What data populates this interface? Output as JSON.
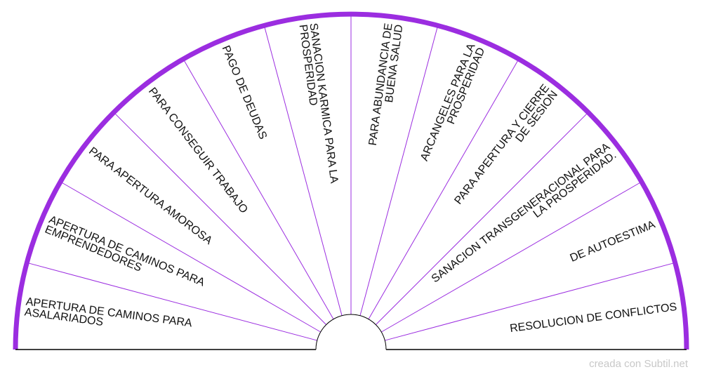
{
  "colors": {
    "outer_arc": "#9b2de0",
    "dividers": "#9b2de0",
    "text": "#111111",
    "background": "#ffffff",
    "credit": "#c8c8c8"
  },
  "segments": [
    {
      "lines": [
        "APERTURA DE CAMINOS PARA",
        "ASALARIADOS"
      ]
    },
    {
      "lines": [
        "APERTURA DE CAMINOS PARA",
        "EMPRENDEDORES"
      ]
    },
    {
      "lines": [
        "PARA APERTURA AMOROSA"
      ]
    },
    {
      "lines": [
        "PARA CONSEGUIR TRABAJO"
      ]
    },
    {
      "lines": [
        "PAGO DE DEUDAS"
      ]
    },
    {
      "lines": [
        "SANACION KARMICA PARA LA",
        "PROSPERIDAD"
      ]
    },
    {
      "lines": [
        "PARA ABUNDANCIA DE",
        "BUENA SALUD"
      ]
    },
    {
      "lines": [
        "ARCANGELES PARA LA",
        "PROSPERIDAD"
      ]
    },
    {
      "lines": [
        "PARA APERTURA Y CIERRE",
        "DE SESION"
      ]
    },
    {
      "lines": [
        "SANACION TRANSGENERACIONAL PARA",
        "LA PROSPERIDAD."
      ]
    },
    {
      "lines": [
        "DE AUTOESTIMA"
      ]
    },
    {
      "lines": [
        "RESOLUCION DE CONFLICTOS"
      ]
    }
  ],
  "credit": "creada con Subtil.net"
}
